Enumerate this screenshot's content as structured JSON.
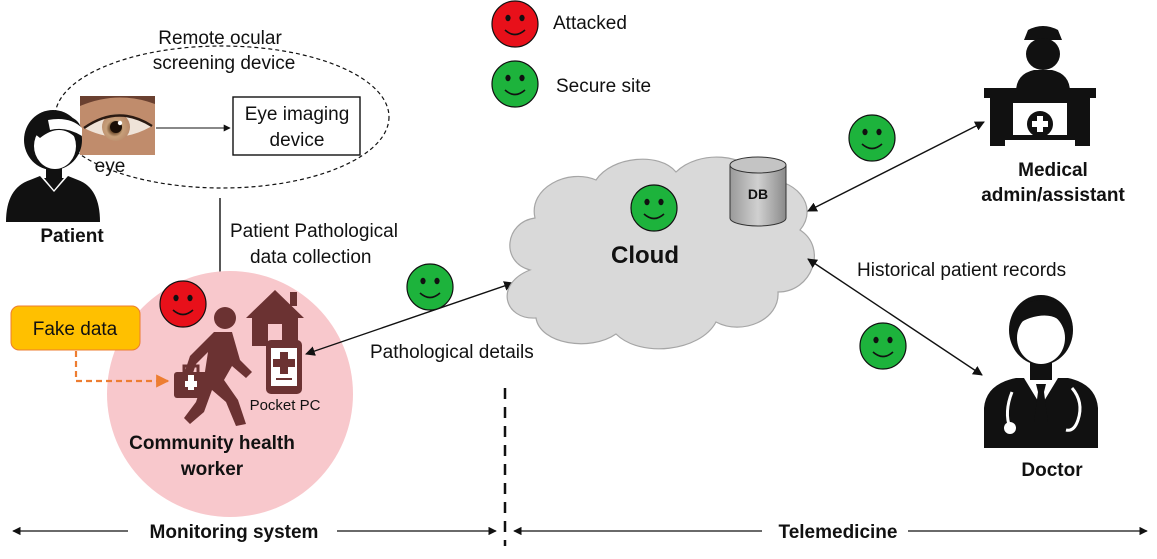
{
  "legend": {
    "attacked": "Attacked",
    "secure": "Secure site"
  },
  "patient": {
    "label": "Patient",
    "eye_label": "eye",
    "device_group_line1": "Remote ocular",
    "device_group_line2": "screening device",
    "imaging_line1": "Eye imaging",
    "imaging_line2": "device"
  },
  "flows": {
    "collection_line1": "Patient Pathological",
    "collection_line2": "data collection",
    "pathological_details": "Pathological details",
    "historical_records": "Historical patient records"
  },
  "chw": {
    "label_line1": "Community health",
    "label_line2": "worker",
    "pocket_pc": "Pocket PC",
    "fake_data": "Fake data"
  },
  "cloud": {
    "label": "Cloud",
    "db": "DB"
  },
  "medical": {
    "label_line1": "Medical",
    "label_line2": "admin/assistant"
  },
  "doctor": {
    "label": "Doctor"
  },
  "sections": {
    "monitoring": "Monitoring system",
    "telemedicine": "Telemedicine"
  },
  "colors": {
    "attacked": "#e8101a",
    "secure": "#1db33c",
    "chw_circle": "#f8c8cc",
    "silhouette": "#6b3232",
    "fake_data_box": "#ffc000",
    "fake_data_arrow": "#ed7d31",
    "cloud": "#d9d9d9"
  },
  "icons": [
    "smiley-face-icon",
    "patient-icon",
    "eye-photo",
    "health-worker-icon",
    "home-icon",
    "pocket-pc-icon",
    "database-icon",
    "medical-admin-icon",
    "doctor-icon"
  ]
}
